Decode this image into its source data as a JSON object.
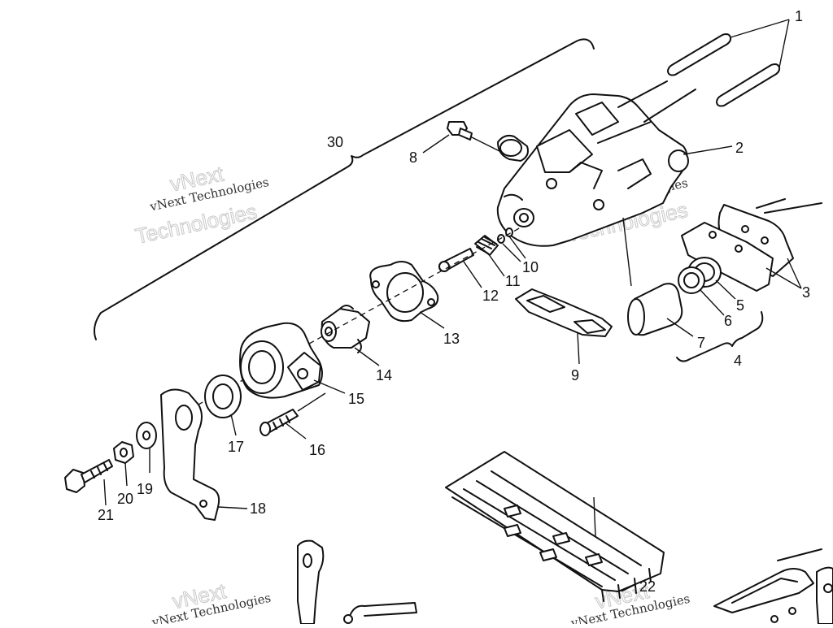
{
  "diagram": {
    "callouts": {
      "c1": "1",
      "c2": "2",
      "c3": "3",
      "c4": "4",
      "c5": "5",
      "c6": "6",
      "c7": "7",
      "c8": "8",
      "c9": "9",
      "c10": "10",
      "c11": "11",
      "c12": "12",
      "c13": "13",
      "c14": "14",
      "c15": "15",
      "c16": "16",
      "c17": "17",
      "c18": "18",
      "c19": "19",
      "c20": "20",
      "c21": "21",
      "c22": "22",
      "c30": "30"
    },
    "watermark": {
      "small": "vNext Technologies",
      "big_top": "vNext",
      "big_bottom": "Technologies"
    }
  }
}
